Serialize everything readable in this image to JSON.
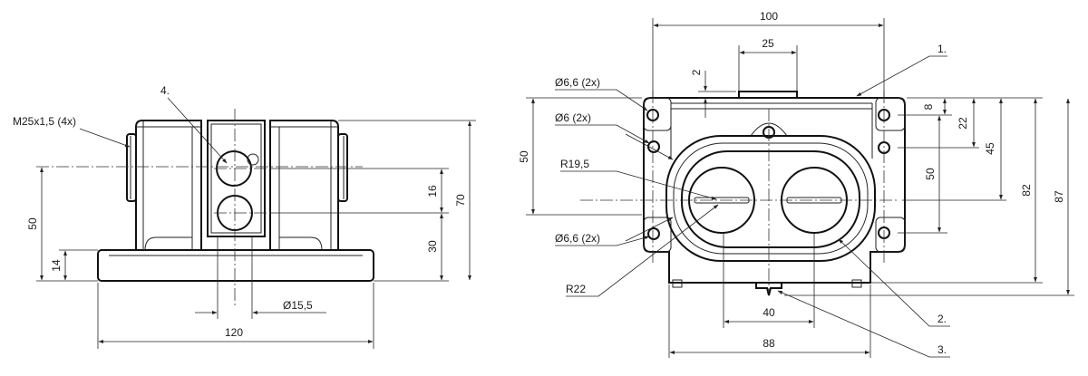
{
  "side_view": {
    "thread_label": "M25x1,5 (4x)",
    "callout_4": "4.",
    "dim_50": "50",
    "dim_14": "14",
    "dim_16": "16",
    "dim_30": "30",
    "dim_70": "70",
    "dim_dia": "Ø15,5",
    "dim_120": "120"
  },
  "front_view": {
    "dim_100": "100",
    "dim_25": "25",
    "dim_2": "2",
    "hole_66_top": "Ø6,6 (2x)",
    "hole_6": "Ø6 (2x)",
    "r195": "R19,5",
    "dim_50_left": "50",
    "hole_66_bottom": "Ø6,6 (2x)",
    "r22": "R22",
    "callout_1": "1.",
    "callout_2": "2.",
    "callout_3": "3.",
    "dim_8": "8",
    "dim_22": "22",
    "dim_45": "45",
    "dim_50_right": "50",
    "dim_82": "82",
    "dim_87": "87",
    "dim_40": "40",
    "dim_88": "88"
  }
}
